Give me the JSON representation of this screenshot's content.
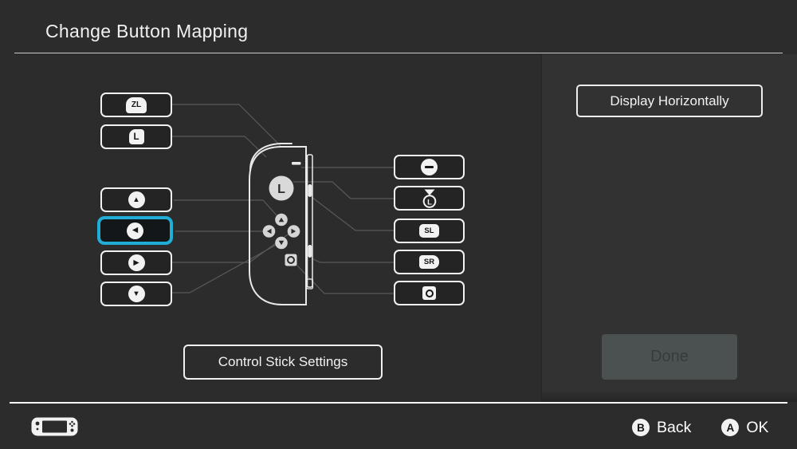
{
  "title": "Change Button Mapping",
  "colors": {
    "accent": "#21aed6",
    "background": "#2c2c2c",
    "panel": "#323232"
  },
  "mapping": {
    "selected": "dpad-left",
    "zl_glyph": "ZL",
    "l_glyph": "L",
    "up_glyph": "▲",
    "left_glyph": "◀",
    "right_glyph": "▶",
    "down_glyph": "▼",
    "sl_glyph": "SL",
    "sr_glyph": "SR",
    "stick_press_glyph": "L"
  },
  "joycon": {
    "stick_label": "L"
  },
  "buttons": {
    "display_horizontally": "Display Horizontally",
    "done": "Done",
    "control_stick_settings": "Control Stick Settings"
  },
  "footer": {
    "back_key": "B",
    "back_label": "Back",
    "ok_key": "A",
    "ok_label": "OK"
  }
}
